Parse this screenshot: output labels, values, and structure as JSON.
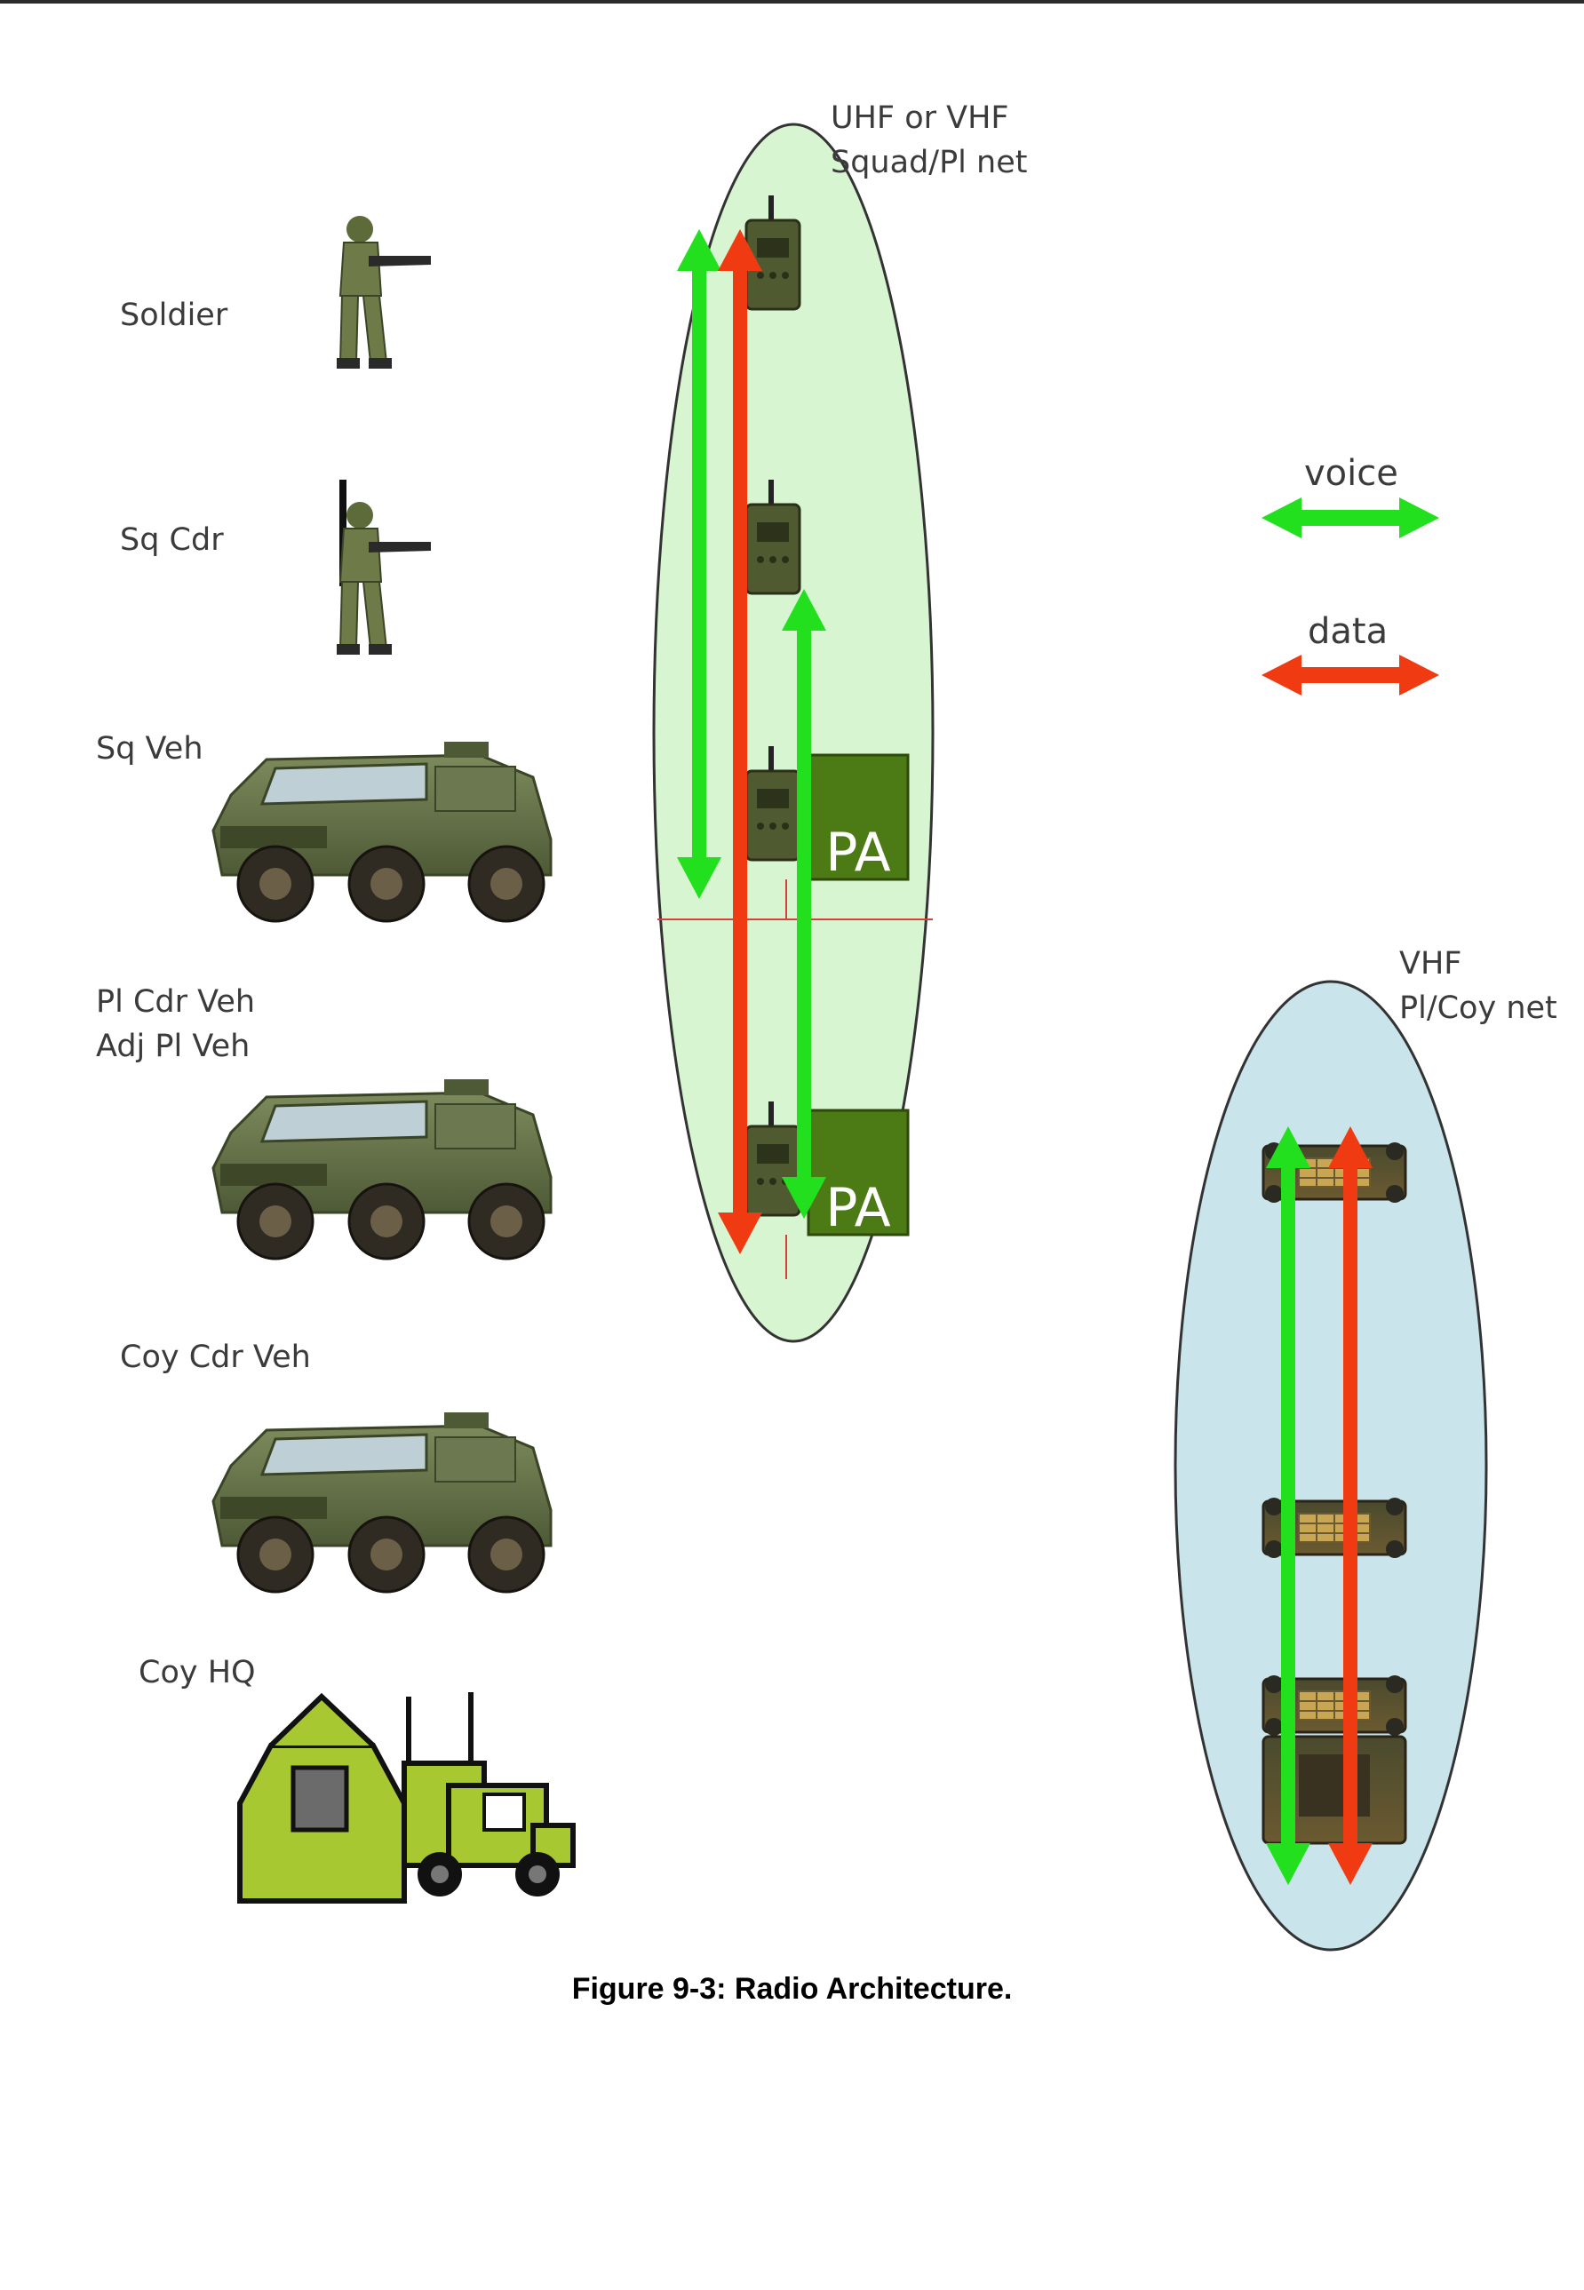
{
  "labels": {
    "soldier": "Soldier",
    "sq_cdr": "Sq Cdr",
    "sq_veh": "Sq Veh",
    "pl_cdr_veh": "Pl Cdr Veh",
    "adj_pl_veh": "Adj Pl Veh",
    "coy_cdr_veh": "Coy Cdr Veh",
    "coy_hq": "Coy HQ"
  },
  "squad_net": {
    "line1": "UHF or VHF",
    "line2": "Squad/Pl  net",
    "fill": "#d8f5d2"
  },
  "coy_net": {
    "line1": "VHF",
    "line2": "Pl/Coy net",
    "fill": "#c9e4ea"
  },
  "power_amplifier": "PA",
  "legend": {
    "voice": {
      "label": "voice",
      "color": "#22e01e"
    },
    "data": {
      "label": "data",
      "color": "#f03a12"
    }
  },
  "caption": "Figure 9-3: Radio Architecture."
}
